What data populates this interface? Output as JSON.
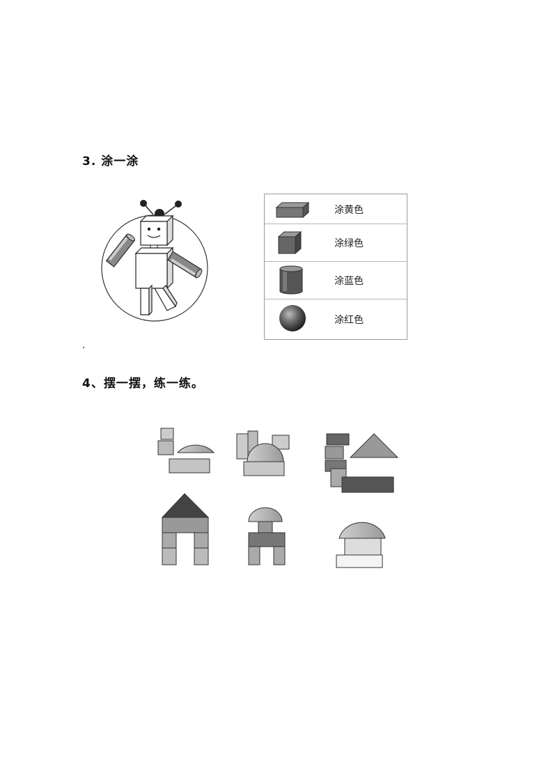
{
  "question3": {
    "title": "3. 涂一涂",
    "legend": [
      {
        "shape_icon": "cuboid-icon",
        "label": "涂黄色"
      },
      {
        "shape_icon": "cube-icon",
        "label": "涂绿色"
      },
      {
        "shape_icon": "cylinder-icon",
        "label": "涂蓝色"
      },
      {
        "shape_icon": "sphere-icon",
        "label": "涂红色"
      }
    ],
    "stray_mark": "."
  },
  "question4": {
    "title": "4、摆一摆，练一练。"
  }
}
